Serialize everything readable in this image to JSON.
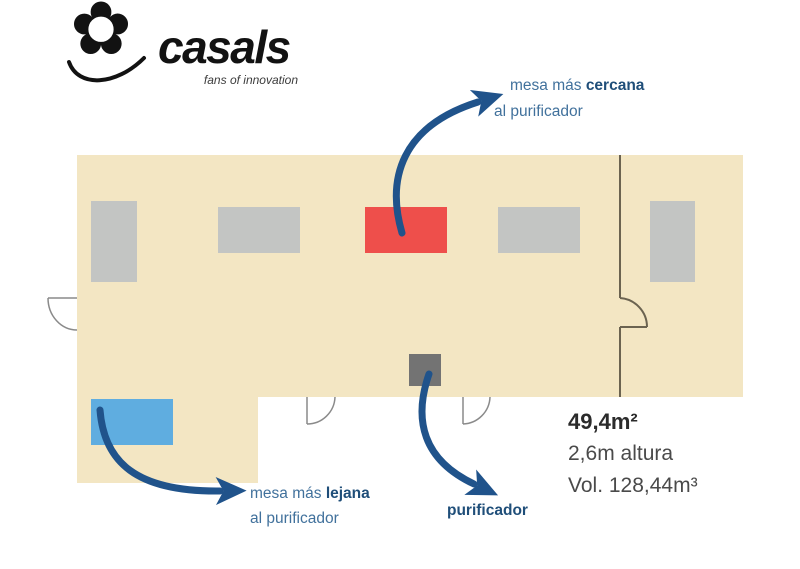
{
  "logo": {
    "brand": "casals",
    "tagline": "fans of innovation"
  },
  "annotations": {
    "nearest": {
      "prefix": "mesa más ",
      "bold": "cercana",
      "line2": "al purificador"
    },
    "farthest": {
      "prefix": "mesa más ",
      "bold": "lejana",
      "line2": "al purificador"
    },
    "purifier_label": "purificador"
  },
  "stats": {
    "area": "49,4m²",
    "height": "2,6m altura",
    "volume": "Vol. 128,44m³"
  },
  "plan": {
    "gray_desks": 4,
    "nearest_desk": "red desk, top center of room",
    "farthest_desk": "blue desk, bottom-left extension of room",
    "purifier": "dark gray unit on bottom wall"
  },
  "colors": {
    "room_fill": "#f3e6c3",
    "desk_gray": "#c3c5c3",
    "nearest_desk": "#ee4f4b",
    "farthest_desk": "#5fade0",
    "purifier": "#737373",
    "arrow": "#20538b",
    "text_blue": "#41719c",
    "text_blue_bold": "#1f4e79",
    "wall_line": "#6b6350",
    "door_line": "#8a8a8a",
    "stats_primary": "#2b2b2b",
    "stats_secondary": "#4a4a4a",
    "logo_black": "#121212"
  }
}
